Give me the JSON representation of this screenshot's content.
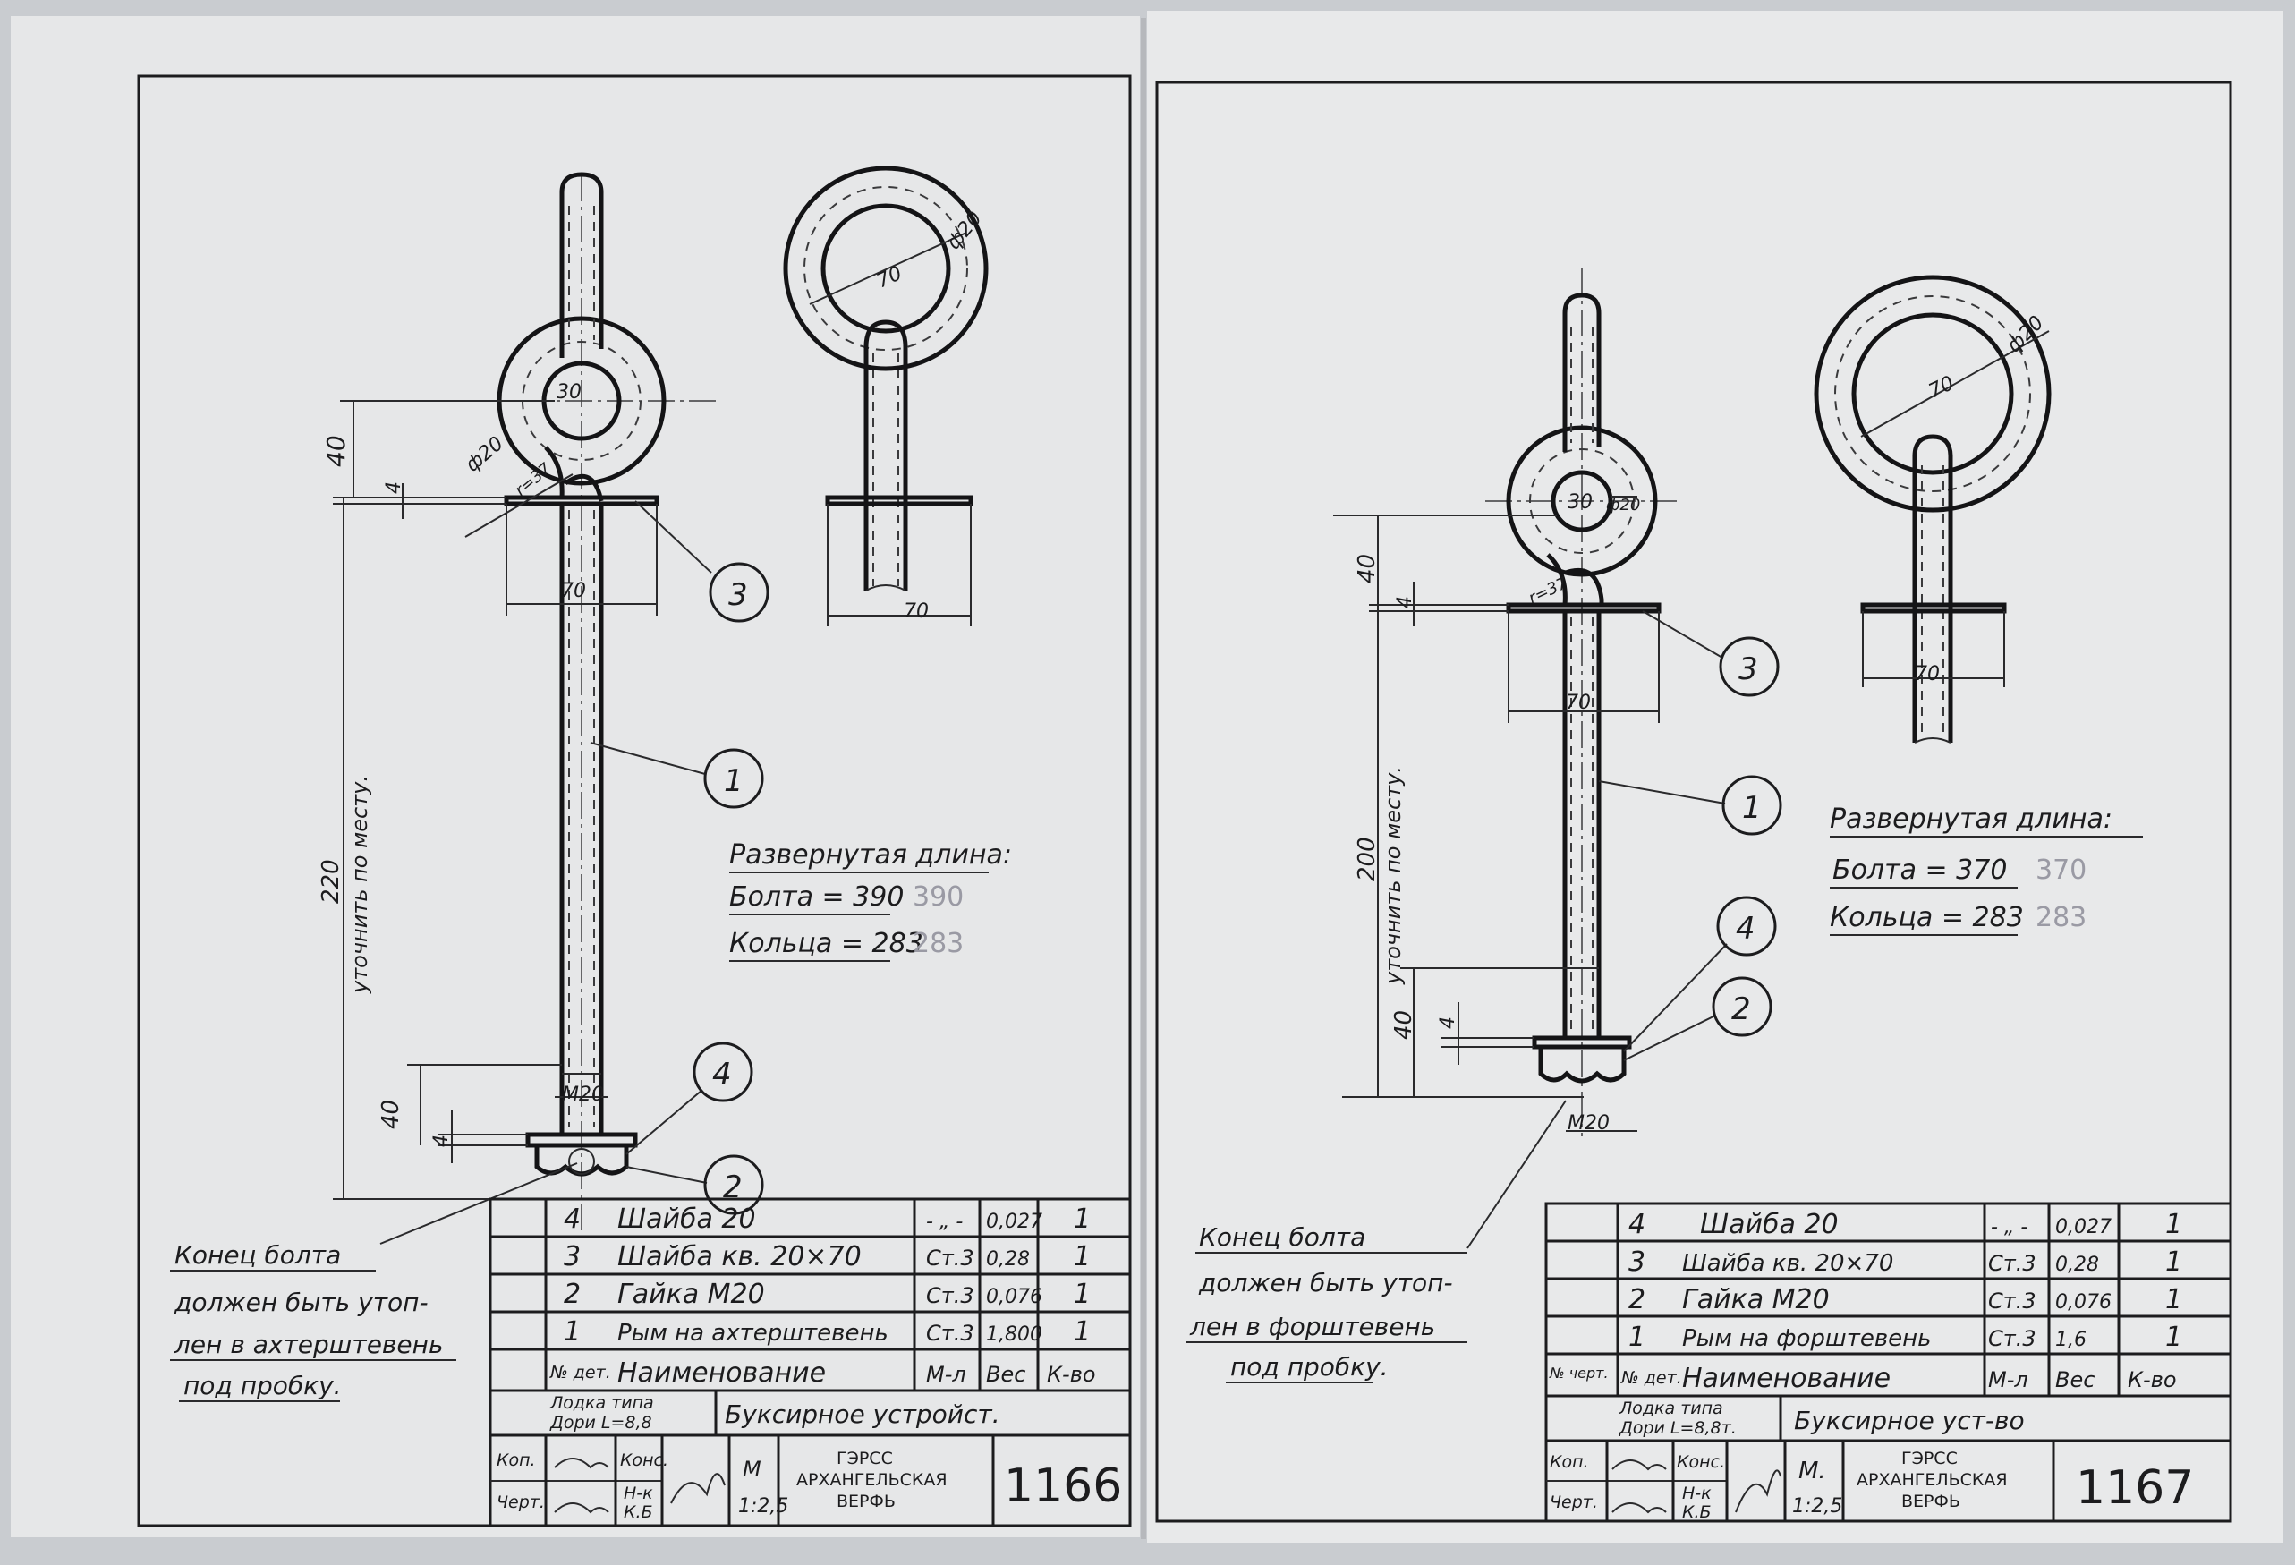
{
  "sheets": [
    {
      "dims": {
        "d70_ring": "70",
        "d30": "30",
        "phi20": "ф20",
        "phi20_ring": "ф20",
        "r37": "r=37",
        "d40_top": "40",
        "d4_top": "4",
        "d70_washer": "70",
        "d70_side": "70",
        "d220": "220",
        "utoch": "уточнить по месту.",
        "d40_bot": "40",
        "d4_bot": "4",
        "m20": "М20"
      },
      "balloons": [
        "3",
        "1",
        "4",
        "2"
      ],
      "dev": {
        "title": "Развернутая длина:",
        "bolt": "Болта = 390",
        "ring": "Кольца = 283",
        "bolt_pencil": "390",
        "ring_pencil": "283"
      },
      "note": [
        "Конец болта",
        "должен быть утоп-",
        "лен в ахтерштевень",
        "под пробку."
      ],
      "rows": [
        {
          "no": "4",
          "name": "Шайба 20",
          "mat": "- „ -",
          "wt": "0,027",
          "qty": "1"
        },
        {
          "no": "3",
          "name": "Шайба кв. 20×70",
          "mat": "Ст.3",
          "wt": "0,28",
          "qty": "1"
        },
        {
          "no": "2",
          "name": "Гайка М20",
          "mat": "Ст.3",
          "wt": "0,076",
          "qty": "1"
        },
        {
          "no": "1",
          "name": "Рым на ахтерштевень",
          "mat": "Ст.3",
          "wt": "1,800",
          "qty": "1"
        }
      ],
      "header": {
        "no": "№ дет.",
        "name": "Наименование",
        "mat": "М-л",
        "wt": "Вес",
        "qty": "К-во"
      },
      "boat": [
        "Лодка типа",
        "Дори L=8,8"
      ],
      "title": "Буксирное устройст.",
      "kop": "Коп.",
      "chert": "Черт.",
      "kons": "Конс.",
      "nk": [
        "Н-к",
        "К.Б"
      ],
      "m_label": "М",
      "scale": "1:2,5",
      "org": [
        "ГЭРСС",
        "АРХАНГЕЛЬСКАЯ",
        "ВЕРФЬ"
      ],
      "number": "1166"
    },
    {
      "dims": {
        "d70_ring": "70",
        "d30": "30",
        "phi20": "ф20",
        "phi20_ring": "ф20",
        "r37": "r=37",
        "d40_top": "40",
        "d4_top": "4",
        "d70_washer": "70",
        "d70_side": "70",
        "d200": "200",
        "utoch": "уточнить по месту.",
        "d40_bot": "40",
        "d4_bot": "4",
        "m20": "М20"
      },
      "balloons": [
        "3",
        "1",
        "4",
        "2"
      ],
      "dev": {
        "title": "Развернутая длина:",
        "bolt": "Болта = 370",
        "ring": "Кольца = 283",
        "bolt_pencil": "370",
        "ring_pencil": "283"
      },
      "note": [
        "Конец болта",
        "должен быть утоп-",
        "лен в форштевень",
        "под пробку."
      ],
      "rows": [
        {
          "no": "4",
          "name": "Шайба 20",
          "mat": "- „ -",
          "wt": "0,027",
          "qty": "1"
        },
        {
          "no": "3",
          "name": "Шайба кв. 20×70",
          "mat": "Ст.3",
          "wt": "0,28",
          "qty": "1"
        },
        {
          "no": "2",
          "name": "Гайка М20",
          "mat": "Ст.3",
          "wt": "0,076",
          "qty": "1"
        },
        {
          "no": "1",
          "name": "Рым на форштевень",
          "mat": "Ст.3",
          "wt": "1,6",
          "qty": "1"
        }
      ],
      "header": {
        "no0": "№ черт.",
        "no": "№ дет.",
        "name": "Наименование",
        "mat": "М-л",
        "wt": "Вес",
        "qty": "К-во"
      },
      "boat": [
        "Лодка типа",
        "Дори L=8,8т."
      ],
      "title": "Буксирное уст-во",
      "kop": "Коп.",
      "chert": "Черт.",
      "kons": "Конс.",
      "nk": [
        "Н-к",
        "К.Б"
      ],
      "m_label": "М.",
      "scale": "1:2,5",
      "org": [
        "ГЭРСС",
        "АРХАНГЕЛЬСКАЯ",
        "ВЕРФЬ"
      ],
      "number": "1167"
    }
  ]
}
